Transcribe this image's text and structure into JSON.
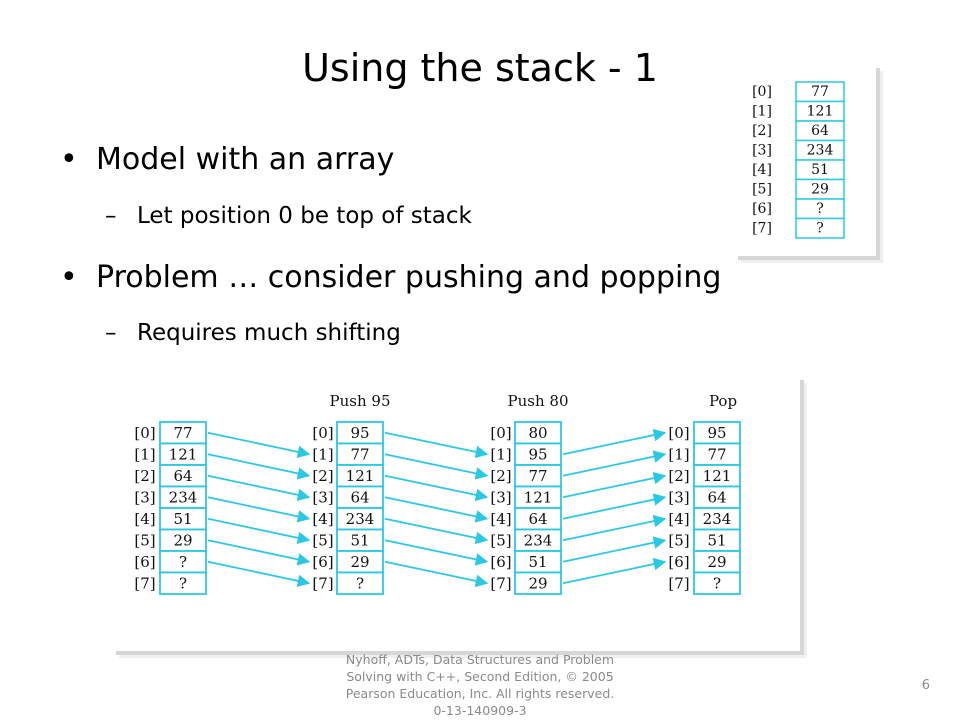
{
  "slide": {
    "title": "Using the stack - 1",
    "bullets": [
      {
        "text": "Model with an array",
        "sub": "Let position 0 be top of stack"
      },
      {
        "text": "Problem … consider pushing and popping",
        "sub": "Requires much shifting"
      }
    ],
    "bullet_glyph": "•",
    "sub_glyph": "–"
  },
  "top_figure": {
    "indices": [
      "[0]",
      "[1]",
      "[2]",
      "[3]",
      "[4]",
      "[5]",
      "[6]",
      "[7]"
    ],
    "values": [
      "77",
      "121",
      "64",
      "234",
      "51",
      "29",
      "?",
      "?"
    ]
  },
  "bottom_figure": {
    "indices": [
      "[0]",
      "[1]",
      "[2]",
      "[3]",
      "[4]",
      "[5]",
      "[6]",
      "[7]"
    ],
    "arrays": [
      {
        "label": "",
        "values": [
          "77",
          "121",
          "64",
          "234",
          "51",
          "29",
          "?",
          "?"
        ]
      },
      {
        "label": "Push 95",
        "values": [
          "95",
          "77",
          "121",
          "64",
          "234",
          "51",
          "29",
          "?"
        ]
      },
      {
        "label": "Push 80",
        "values": [
          "80",
          "95",
          "77",
          "121",
          "64",
          "234",
          "51",
          "29"
        ]
      },
      {
        "label": "Pop",
        "values": [
          "95",
          "77",
          "121",
          "64",
          "234",
          "51",
          "29",
          "?"
        ]
      }
    ],
    "colors": {
      "cell_border": "#2bc8e6",
      "arrow": "#2bc8e6",
      "text": "#111111"
    }
  },
  "footer": {
    "lines": [
      "Nyhoff, ADTs, Data Structures and Problem",
      "Solving with C++, Second Edition, © 2005",
      "Pearson Education, Inc. All rights reserved.",
      "0-13-140909-3"
    ],
    "page_number": "6"
  }
}
